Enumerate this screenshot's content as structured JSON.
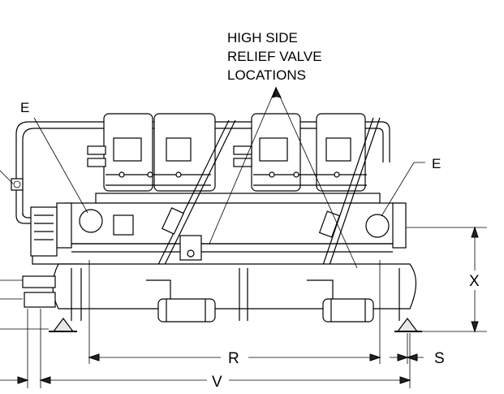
{
  "callouts": {
    "relief_line1": "HIGH SIDE",
    "relief_line2": "RELIEF VALVE",
    "relief_line3": "LOCATIONS",
    "e_left": "E",
    "e_right": "E"
  },
  "dimensions": {
    "r": "R",
    "v": "V",
    "x": "X",
    "s": "S"
  }
}
